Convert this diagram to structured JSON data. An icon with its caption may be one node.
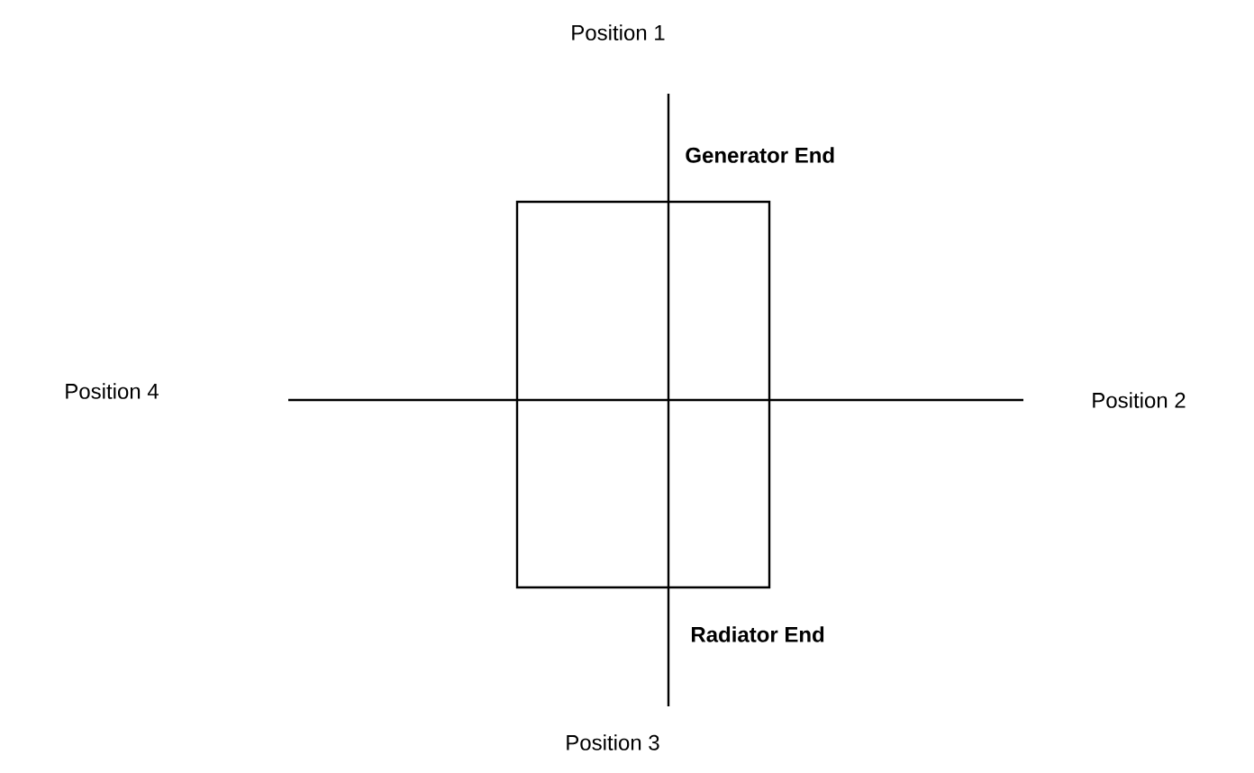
{
  "diagram": {
    "labels": [
      "Position 1",
      "Generator End",
      "Position 4",
      "Position 2",
      "Radiator End",
      "Position 3"
    ]
  }
}
